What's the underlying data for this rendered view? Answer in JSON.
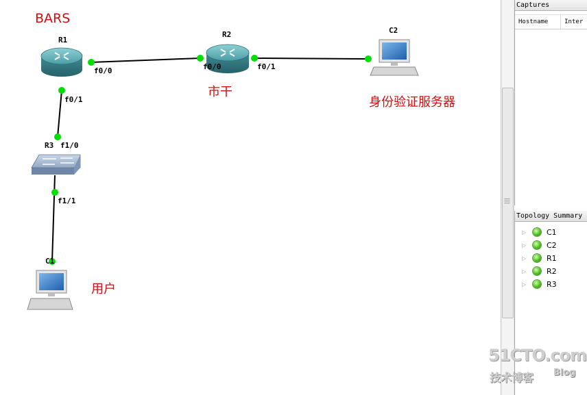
{
  "topology": {
    "nodes": {
      "r1": {
        "label": "R1"
      },
      "r2": {
        "label": "R2"
      },
      "r3": {
        "label": "R3"
      },
      "c1": {
        "label": "C1"
      },
      "c2": {
        "label": "C2"
      }
    },
    "ports": {
      "r1_f00": "f0/0",
      "r1_f01": "f0/1",
      "r2_f00": "f0/0",
      "r2_f01": "f0/1",
      "r3_f10": "f1/0",
      "r3_f11": "f1/1"
    },
    "annotations": {
      "bars": "BARS",
      "city_dry": "市干",
      "auth_server": "身份验证服务器",
      "user": "用户"
    },
    "link_dot_color": "#00e000",
    "annotation_color": "#d01010"
  },
  "captures": {
    "title": "Captures",
    "columns": [
      "Hostname",
      "Inter"
    ]
  },
  "topology_summary": {
    "title": "Topology Summary",
    "items": [
      {
        "label": "C1",
        "icon": "status-green-icon"
      },
      {
        "label": "C2",
        "icon": "status-green-icon"
      },
      {
        "label": "R1",
        "icon": "status-green-icon"
      },
      {
        "label": "R2",
        "icon": "status-green-icon"
      },
      {
        "label": "R3",
        "icon": "status-green-icon"
      }
    ]
  },
  "watermark": {
    "site": "51CTO.com",
    "subtitle": "技术博客",
    "blog": "Blog"
  }
}
